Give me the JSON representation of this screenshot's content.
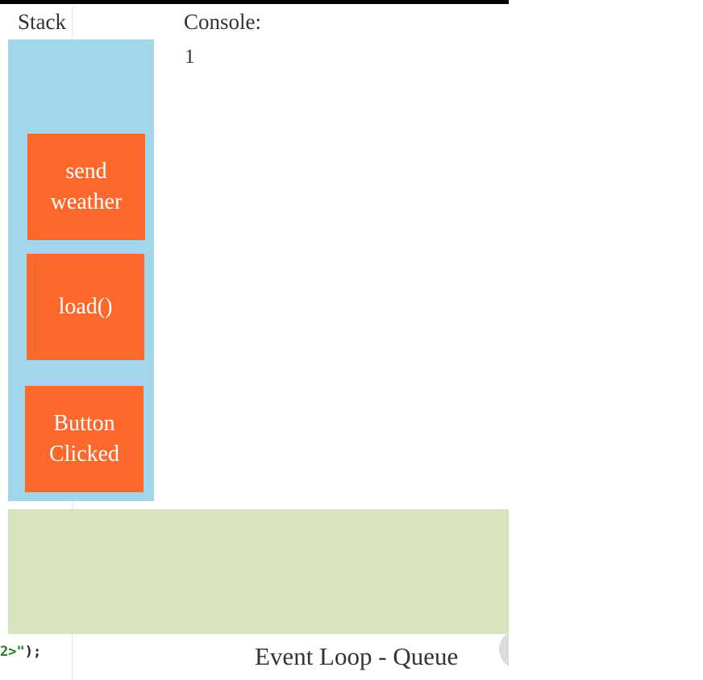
{
  "labels": {
    "stack": "Stack",
    "console": "Console:",
    "queue": "Event Loop - Queue"
  },
  "console": {
    "output": "1"
  },
  "stack_frames": [
    {
      "label": "send\nweather"
    },
    {
      "label": "load()"
    },
    {
      "label": "Button\nClicked"
    }
  ],
  "code_snippet": {
    "string_part": "2>\"",
    "rest": ");"
  },
  "colors": {
    "stack_bg": "#a2d6ea",
    "frame_bg": "#fd692d",
    "queue_bg": "#d8e4bc",
    "text": "#333333"
  }
}
